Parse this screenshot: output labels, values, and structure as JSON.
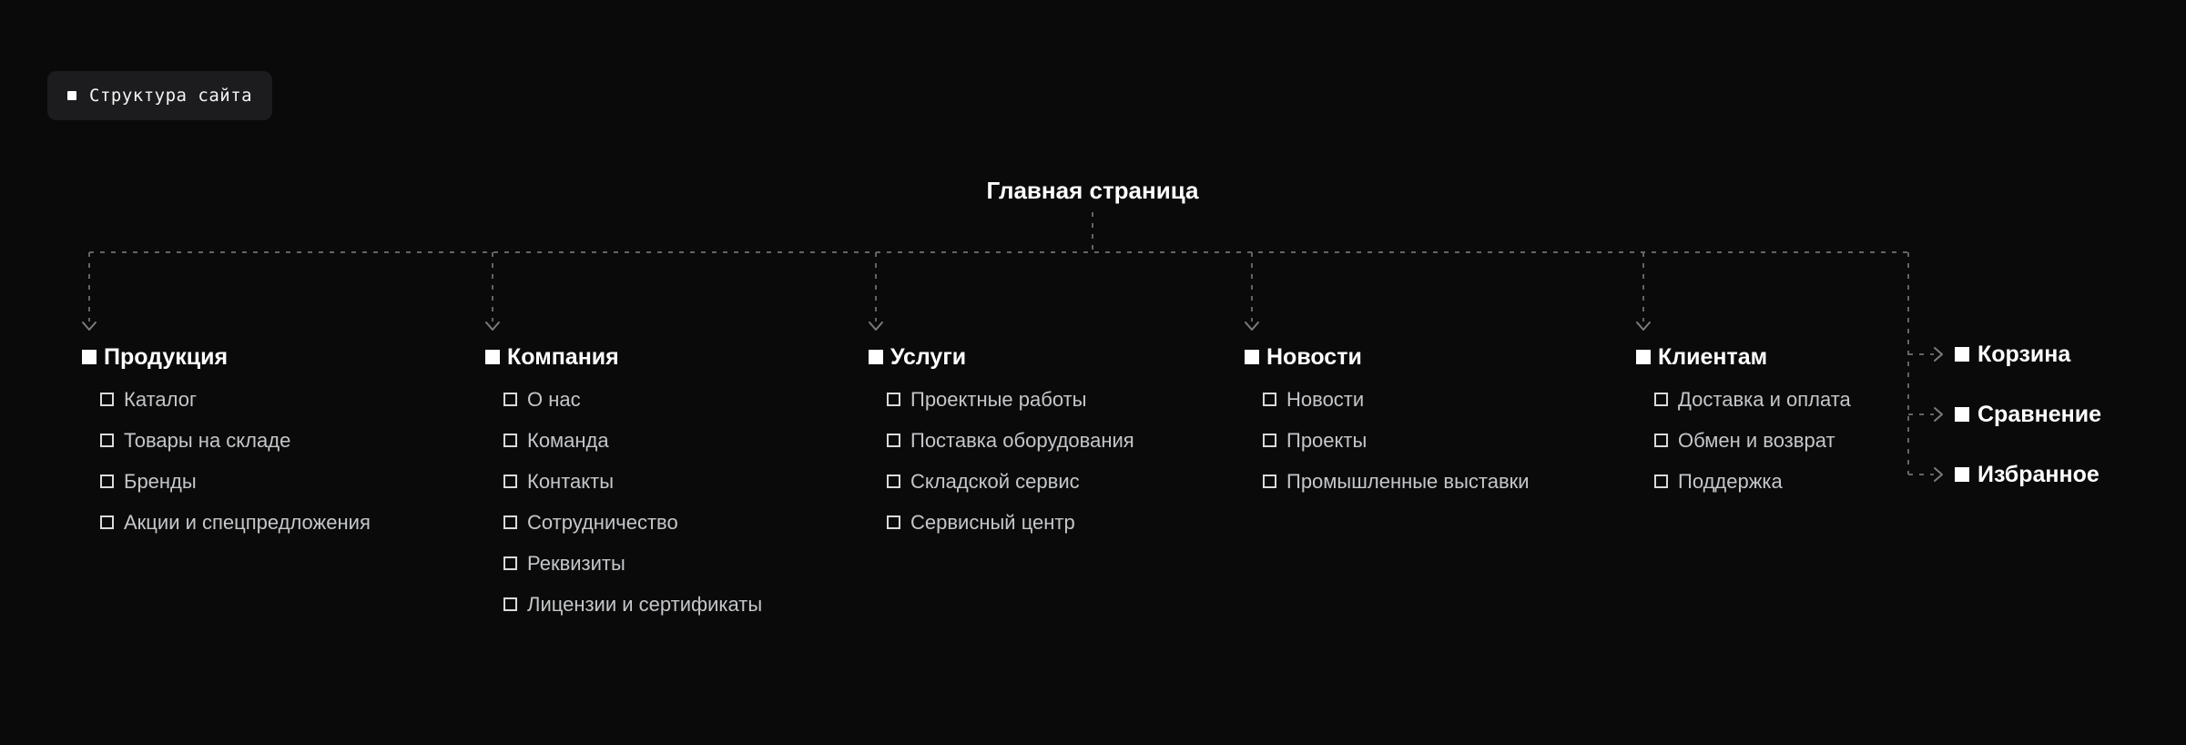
{
  "badge": {
    "label": "Структура сайта",
    "icon": "square-bullet"
  },
  "tree": {
    "root_label": "Главная страница",
    "sections": [
      {
        "label": "Продукция",
        "children": [
          "Каталог",
          "Товары на складе",
          "Бренды",
          "Акции и спецпредложения"
        ]
      },
      {
        "label": "Компания",
        "children": [
          "О нас",
          "Команда",
          "Контакты",
          "Сотрудничество",
          "Реквизиты",
          "Лицензии и сертификаты"
        ]
      },
      {
        "label": "Услуги",
        "children": [
          "Проектные работы",
          "Поставка оборудования",
          "Складской сервис",
          "Сервисный центр"
        ]
      },
      {
        "label": "Новости",
        "children": [
          "Новости",
          "Проекты",
          "Промышленные выставки"
        ]
      },
      {
        "label": "Клиентам",
        "children": [
          "Доставка и оплата",
          "Обмен и возврат",
          "Поддержка"
        ]
      }
    ],
    "quick_links": [
      "Корзина",
      "Сравнение",
      "Избранное"
    ]
  },
  "colors": {
    "background": "#0a0a0b",
    "badge_background": "#1c1c1e",
    "heading_text": "#ffffff",
    "item_text": "#c4c6c8",
    "connector_line": "#646464"
  }
}
